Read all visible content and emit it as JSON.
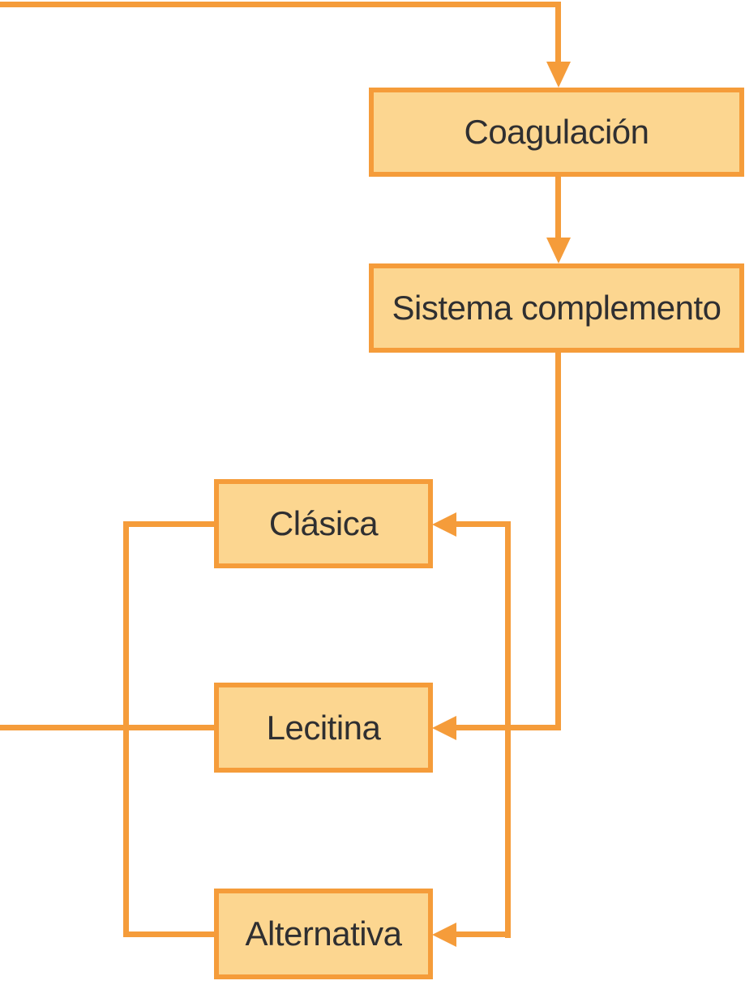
{
  "diagram": {
    "type": "flowchart",
    "language": "es",
    "colors": {
      "line": "#F59C3A",
      "node_fill": "#FCD690",
      "node_border": "#F59C3A",
      "text": "#2F2F31",
      "background": "#FFFFFF"
    },
    "nodes": [
      {
        "id": "coagulacion",
        "label": "Coagulación"
      },
      {
        "id": "sistema-complemento",
        "label": "Sistema complemento"
      },
      {
        "id": "clasica",
        "label": "Clásica"
      },
      {
        "id": "lecitina",
        "label": "Lecitina"
      },
      {
        "id": "alternativa",
        "label": "Alternativa"
      }
    ],
    "edges": [
      {
        "from": "(off-screen top left)",
        "to": "Coagulación",
        "arrow": true
      },
      {
        "from": "Coagulación",
        "to": "Sistema complemento",
        "arrow": true
      },
      {
        "from": "Sistema complemento",
        "to": "Clásica",
        "arrow": true
      },
      {
        "from": "Sistema complemento",
        "to": "Lecitina",
        "arrow": true
      },
      {
        "from": "Sistema complemento",
        "to": "Alternativa",
        "arrow": true
      },
      {
        "bus": "left vertical connector joining Clásica, Lecitina and Alternativa, exiting off-screen at left edge through the Lecitina row",
        "arrow": false
      }
    ]
  }
}
